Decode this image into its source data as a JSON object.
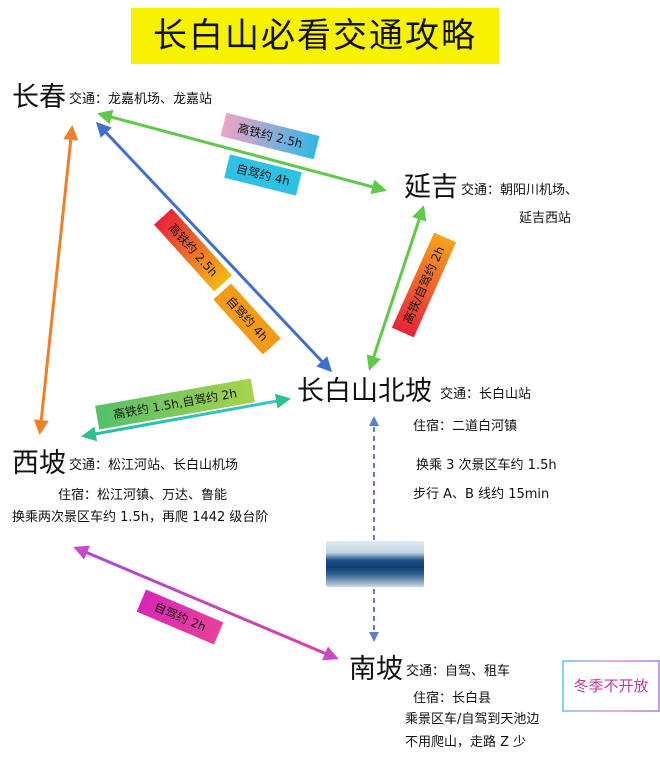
{
  "title": "长白山必看交通攻略",
  "nodes": {
    "changchun": {
      "name": "长春",
      "lines": [
        "交通：龙嘉机场、龙嘉站"
      ]
    },
    "yanji": {
      "name": "延吉",
      "lines": [
        "交通：朝阳川机场、",
        "延吉西站"
      ]
    },
    "beipo": {
      "name": "长白山北坡",
      "lines": [
        "交通：长白山站",
        "住宿：二道白河镇",
        "换乘 3 次景区车约 1.5h",
        "步行 A、B 线约 15min"
      ]
    },
    "xipo": {
      "name": "西坡",
      "lines": [
        "交通：松江河站、长白山机场",
        "住宿：松江河镇、万达、鲁能",
        "换乘两次景区车约 1.5h，再爬 1442 级台阶"
      ]
    },
    "nanpo": {
      "name": "南坡",
      "lines": [
        "交通：自驾、租车",
        "住宿：长白县",
        "乘景区车/自驾到天池边",
        "不用爬山，走路 Z 少"
      ]
    }
  },
  "routes": [
    {
      "id": "changchun-yanji-train",
      "label": "高铁约 2.5h",
      "gradient": [
        "#f0a3c8",
        "#2fb7e4"
      ]
    },
    {
      "id": "changchun-yanji-drive",
      "label": "自驾约 4h",
      "gradient": [
        "#2ec1e6",
        "#2ec1e6"
      ]
    },
    {
      "id": "changchun-beipo-train",
      "label": "高铁约 2.5h",
      "gradient": [
        "#e8223a",
        "#f4b814"
      ]
    },
    {
      "id": "changchun-beipo-drive",
      "label": "自驾约 4h",
      "gradient": [
        "#f59a16",
        "#f59a16"
      ]
    },
    {
      "id": "yanji-beipo",
      "label": "高铁/自驾约 2h",
      "gradient": [
        "#e8223a",
        "#f6a21c"
      ]
    },
    {
      "id": "xipo-beipo",
      "label": "高铁约 1.5h,自驾约 2h",
      "gradient": [
        "#54c06a",
        "#a8d24c"
      ]
    },
    {
      "id": "xipo-nanpo",
      "label": "自驾约 2h",
      "gradient": [
        "#d826b8",
        "#e8409a"
      ]
    }
  ],
  "badge": {
    "winter": "冬季不开放"
  },
  "colors": {
    "title_bg": "#f7f200",
    "green_arrow": "#5fc94a",
    "blue_arrow": "#3f6fcf",
    "orange_arrow": "#f07f28",
    "teal_arrow": "#2ec18c",
    "magenta_arrow": "#c84ac8",
    "dashed_arrow": "#5b7fc0"
  }
}
